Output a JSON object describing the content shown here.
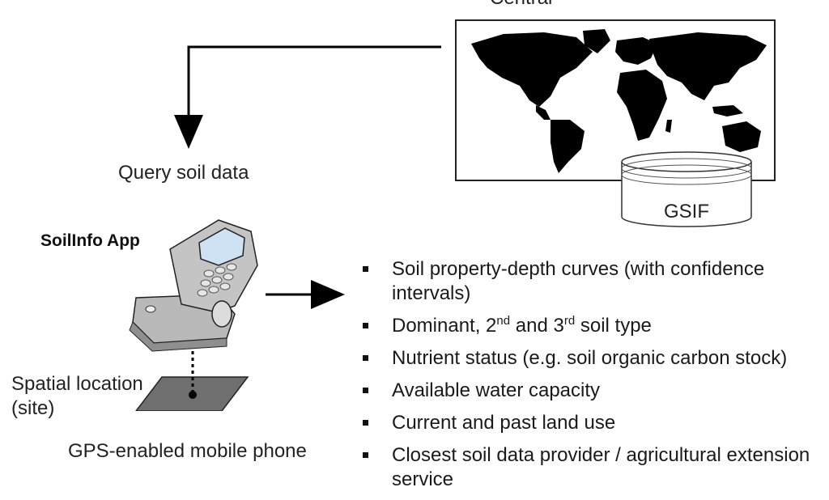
{
  "header": {
    "partial_title": "Central"
  },
  "query_label": "Query soil data",
  "database": {
    "label": "GSIF"
  },
  "app": {
    "title": "SoilInfo App"
  },
  "phone": {
    "caption": "GPS-enabled mobile phone"
  },
  "location": {
    "label": "Spatial location (site)"
  },
  "outputs": {
    "item1": "Soil property-depth curves (with confidence intervals)",
    "item2_pre": "Dominant, 2",
    "item2_sup1": "nd",
    "item2_mid": " and 3",
    "item2_sup2": "rd",
    "item2_post": " soil type",
    "item3": "Nutrient status (e.g. soil organic carbon stock)",
    "item4": "Available water capacity",
    "item5": "Current and past land use",
    "item6": "Closest soil data provider / agricultural extension service"
  },
  "colors": {
    "ink": "#000000",
    "phone_body": "#b9b9b9",
    "phone_screen": "#cfe2f4",
    "ground_plane": "#6f6f6f"
  }
}
